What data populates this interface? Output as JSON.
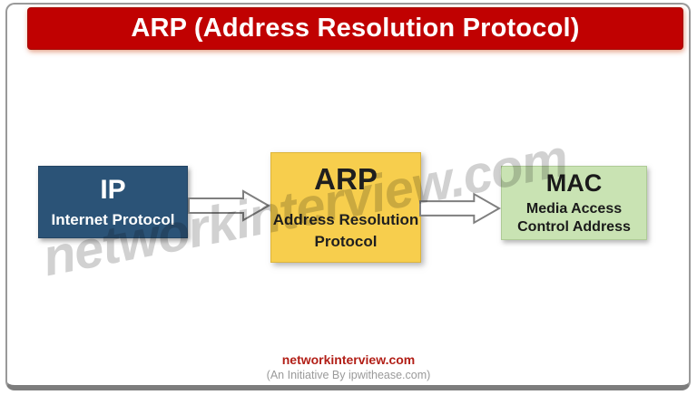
{
  "header": {
    "title": "ARP (Address Resolution Protocol)"
  },
  "diagram": {
    "nodes": [
      {
        "id": "ip",
        "abbr": "IP",
        "lines": [
          "Internet Protocol"
        ]
      },
      {
        "id": "arp",
        "abbr": "ARP",
        "lines": [
          "Address Resolution",
          "Protocol"
        ]
      },
      {
        "id": "mac",
        "abbr": "MAC",
        "lines": [
          "Media Access",
          "Control Address"
        ]
      }
    ],
    "connections": [
      {
        "from": "ip",
        "to": "arp",
        "icon": "right-arrow-icon"
      },
      {
        "from": "arp",
        "to": "mac",
        "icon": "right-arrow-icon"
      }
    ]
  },
  "watermark": "networkinterview.com",
  "footer": {
    "site": "networkinterview.com",
    "initiative": "(An Initiative By ipwithease.com)"
  },
  "colors": {
    "banner_red": "#C00101",
    "ip_blue": "#2B5377",
    "arp_yellow": "#F7CE4D",
    "mac_green": "#C9E3B3",
    "footer_red": "#B21F17",
    "footer_gray": "#9A9A9A",
    "arrow_outline": "#7F7F7F",
    "watermark_gray": "#ABABAB"
  }
}
